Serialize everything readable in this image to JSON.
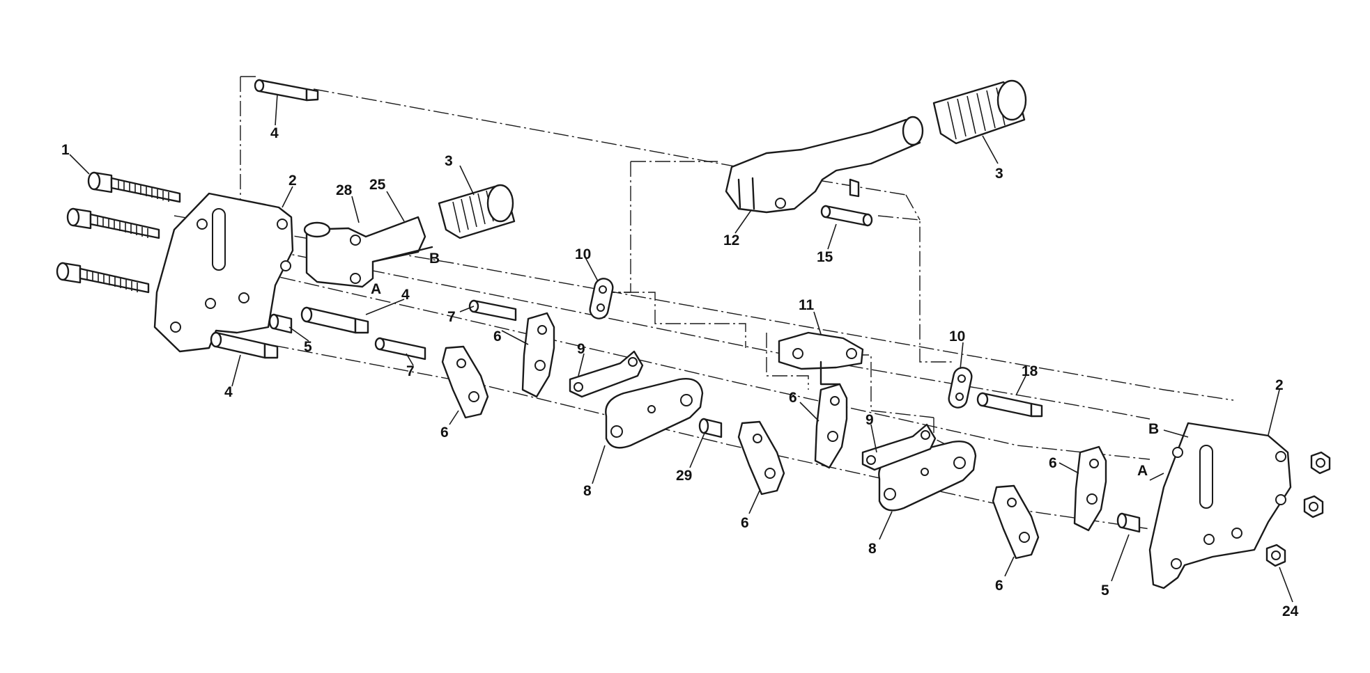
{
  "labels": {
    "n1": "1",
    "n2": "2",
    "n3": "3",
    "n4": "4",
    "n5": "5",
    "n6": "6",
    "n7": "7",
    "n8": "8",
    "n9": "9",
    "n10": "10",
    "n11": "11",
    "n12": "12",
    "n15": "15",
    "n18": "18",
    "n24": "24",
    "n25": "25",
    "n28": "28",
    "n29": "29",
    "A": "A",
    "B": "B"
  }
}
